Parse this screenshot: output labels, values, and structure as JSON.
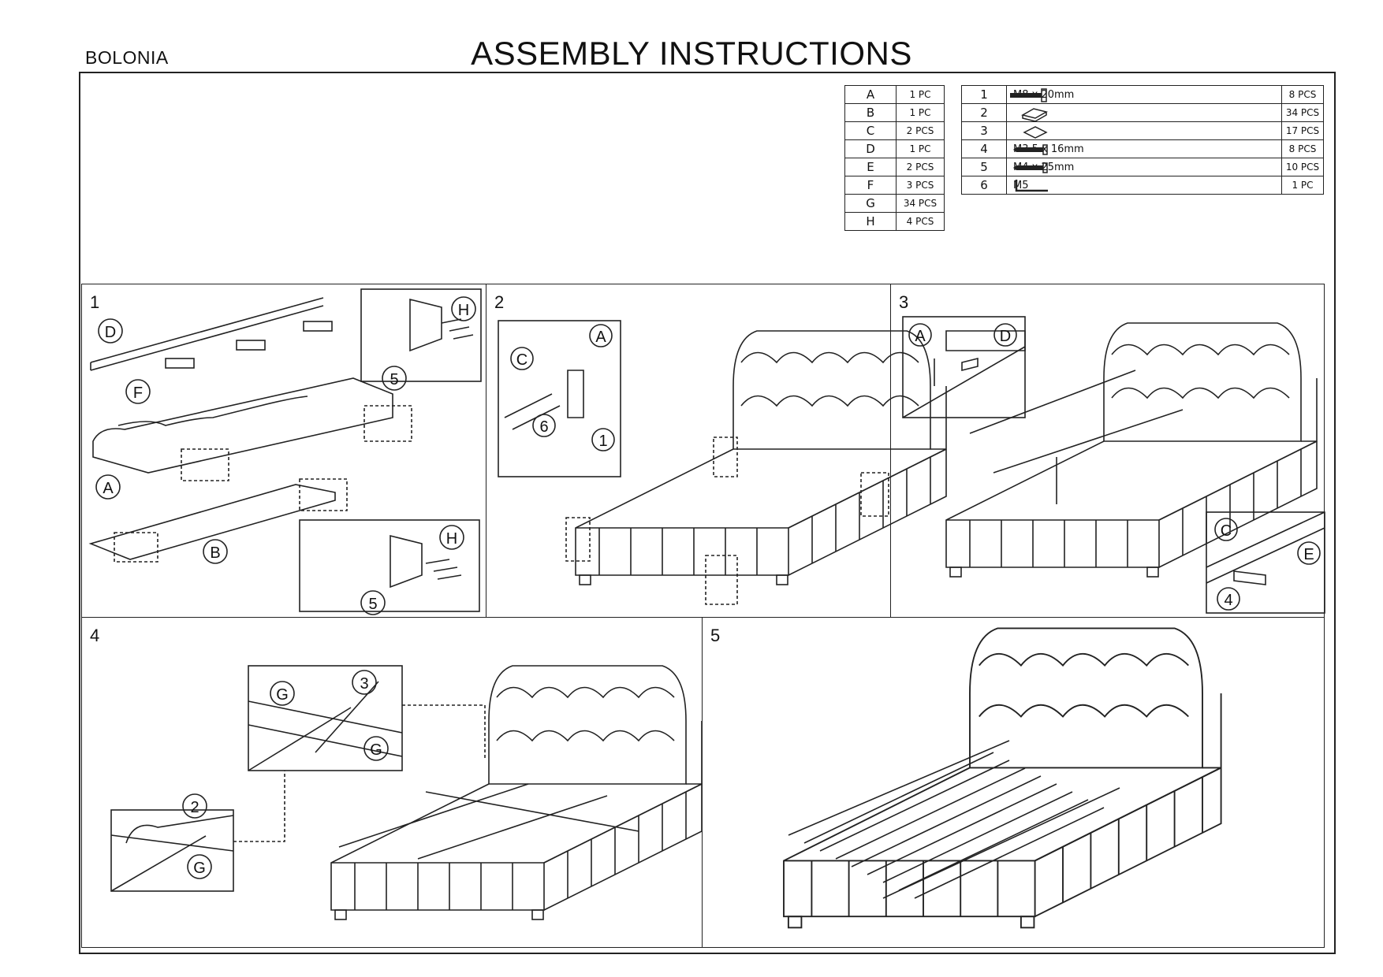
{
  "document": {
    "model": "BOLONIA",
    "title": "ASSEMBLY INSTRUCTIONS"
  },
  "parts": [
    {
      "id": "A",
      "qty": "1 PC"
    },
    {
      "id": "B",
      "qty": "1 PC"
    },
    {
      "id": "C",
      "qty": "2 PCS"
    },
    {
      "id": "D",
      "qty": "1 PC"
    },
    {
      "id": "E",
      "qty": "2 PCS"
    },
    {
      "id": "F",
      "qty": "3 PCS"
    },
    {
      "id": "G",
      "qty": "34 PCS"
    },
    {
      "id": "H",
      "qty": "4 PCS"
    }
  ],
  "hardware": [
    {
      "id": "1",
      "desc": "M8 x 20mm",
      "icon": "bolt-icon",
      "qty": "8 PCS"
    },
    {
      "id": "2",
      "desc": "",
      "icon": "slat-holder-icon",
      "qty": "34 PCS"
    },
    {
      "id": "3",
      "desc": "",
      "icon": "slat-cap-icon",
      "qty": "17 PCS"
    },
    {
      "id": "4",
      "desc": "M3.5 x 16mm",
      "icon": "screw-icon",
      "qty": "8 PCS"
    },
    {
      "id": "5",
      "desc": "M4 x 25mm",
      "icon": "screw-icon",
      "qty": "10 PCS"
    },
    {
      "id": "6",
      "desc": "M5",
      "icon": "allen-key-icon",
      "qty": "1 PC"
    }
  ],
  "steps": [
    {
      "number": "1",
      "callouts": [
        "D",
        "F",
        "A",
        "B",
        "H",
        "5",
        "H",
        "5"
      ]
    },
    {
      "number": "2",
      "callouts": [
        "A",
        "C",
        "1",
        "6"
      ]
    },
    {
      "number": "3",
      "callouts": [
        "A",
        "D",
        "C",
        "E",
        "4"
      ]
    },
    {
      "number": "4",
      "callouts": [
        "G",
        "3",
        "G",
        "2",
        "G"
      ]
    },
    {
      "number": "5",
      "callouts": []
    }
  ]
}
